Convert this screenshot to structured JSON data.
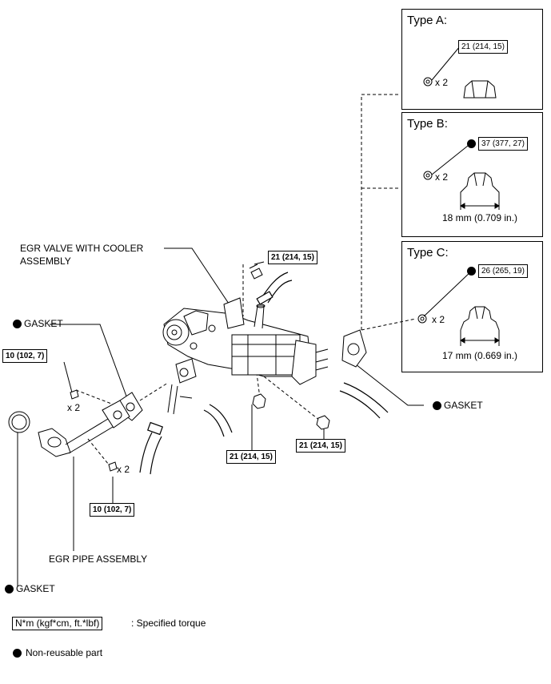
{
  "panels": {
    "type_a": {
      "title": "Type A:",
      "torque": "21 (214, 15)",
      "qty": "x 2"
    },
    "type_b": {
      "title": "Type B:",
      "torque": "37 (377, 27)",
      "qty": "x 2",
      "dimension": "18 mm (0.709 in.)"
    },
    "type_c": {
      "title": "Type C:",
      "torque": "26 (265, 19)",
      "qty": "x 2",
      "dimension": "17 mm (0.669 in.)"
    }
  },
  "labels": {
    "egr_valve_line1": "EGR VALVE WITH COOLER",
    "egr_valve_line2": "ASSEMBLY",
    "gasket_left": "GASKET",
    "gasket_right": "GASKET",
    "gasket_bottom": "GASKET",
    "egr_pipe": "EGR PIPE ASSEMBLY"
  },
  "torques": {
    "top_bolt": "21 (214, 15)",
    "left_bolts": "10 (102, 7)",
    "left_qty": "x 2",
    "lower_bolts": "10 (102, 7)",
    "lower_qty": "x 2",
    "nut_center": "21 (214, 15)",
    "nut_right": "21 (214, 15)"
  },
  "legend": {
    "torque_units": "N*m (kgf*cm, ft.*lbf)",
    "torque_desc": ": Specified torque",
    "nonreusable": "Non-reusable part"
  }
}
